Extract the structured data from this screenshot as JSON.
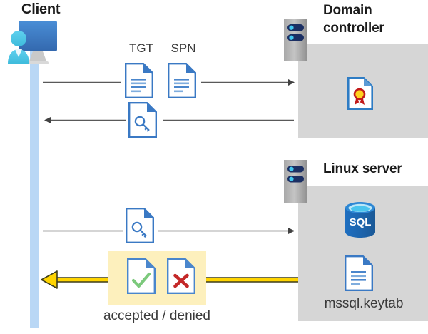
{
  "diagram": {
    "title_client": "Client",
    "title_domain_controller": "Domain\ncontroller",
    "title_domain_controller_line1": "Domain",
    "title_domain_controller_line2": "controller",
    "title_linux_server": "Linux server"
  },
  "labels": {
    "tgt": "TGT",
    "spn": "SPN",
    "keytab_file": "mssql.keytab",
    "accepted_denied": "accepted / denied"
  },
  "icons": {
    "client": "client-computer-user-icon",
    "dc_rack": "server-rack-icon",
    "linux_rack": "server-rack-icon",
    "tgt_doc": "document-icon",
    "spn_doc": "document-icon",
    "key_doc_1": "document-key-icon",
    "key_doc_2": "document-key-icon",
    "accept_doc": "document-checkmark-icon",
    "deny_doc": "document-x-icon",
    "cert_doc": "document-certificate-icon",
    "sql_db": "sql-database-icon",
    "keytab_doc": "document-icon"
  },
  "flows": [
    {
      "id": "flow-request-tgt-spn",
      "direction": "right",
      "from": "client",
      "to": "domain-controller",
      "style": "gray"
    },
    {
      "id": "flow-return-ticket",
      "direction": "left",
      "from": "domain-controller",
      "to": "client",
      "style": "gray"
    },
    {
      "id": "flow-present-ticket",
      "direction": "right",
      "from": "client",
      "to": "linux-server",
      "style": "gray"
    },
    {
      "id": "flow-auth-result",
      "direction": "left",
      "from": "linux-server",
      "to": "client",
      "style": "yellow"
    }
  ],
  "colors": {
    "panel_gray": "#d6d6d6",
    "lifeline_blue": "#b9d7f5",
    "highlight_yellow": "#fdf0bd",
    "arrow_gray": "#595959",
    "arrow_yellow": "#ffd400",
    "doc_blue": "#3a79c4",
    "check_green": "#6fc06f",
    "x_red": "#c42828",
    "sql_blue": "#1c67b3",
    "cert_gold": "#ffd21e",
    "cert_red": "#c21a1a",
    "title_black": "#1b1b1b",
    "caption_gray": "#3a3a3a"
  }
}
